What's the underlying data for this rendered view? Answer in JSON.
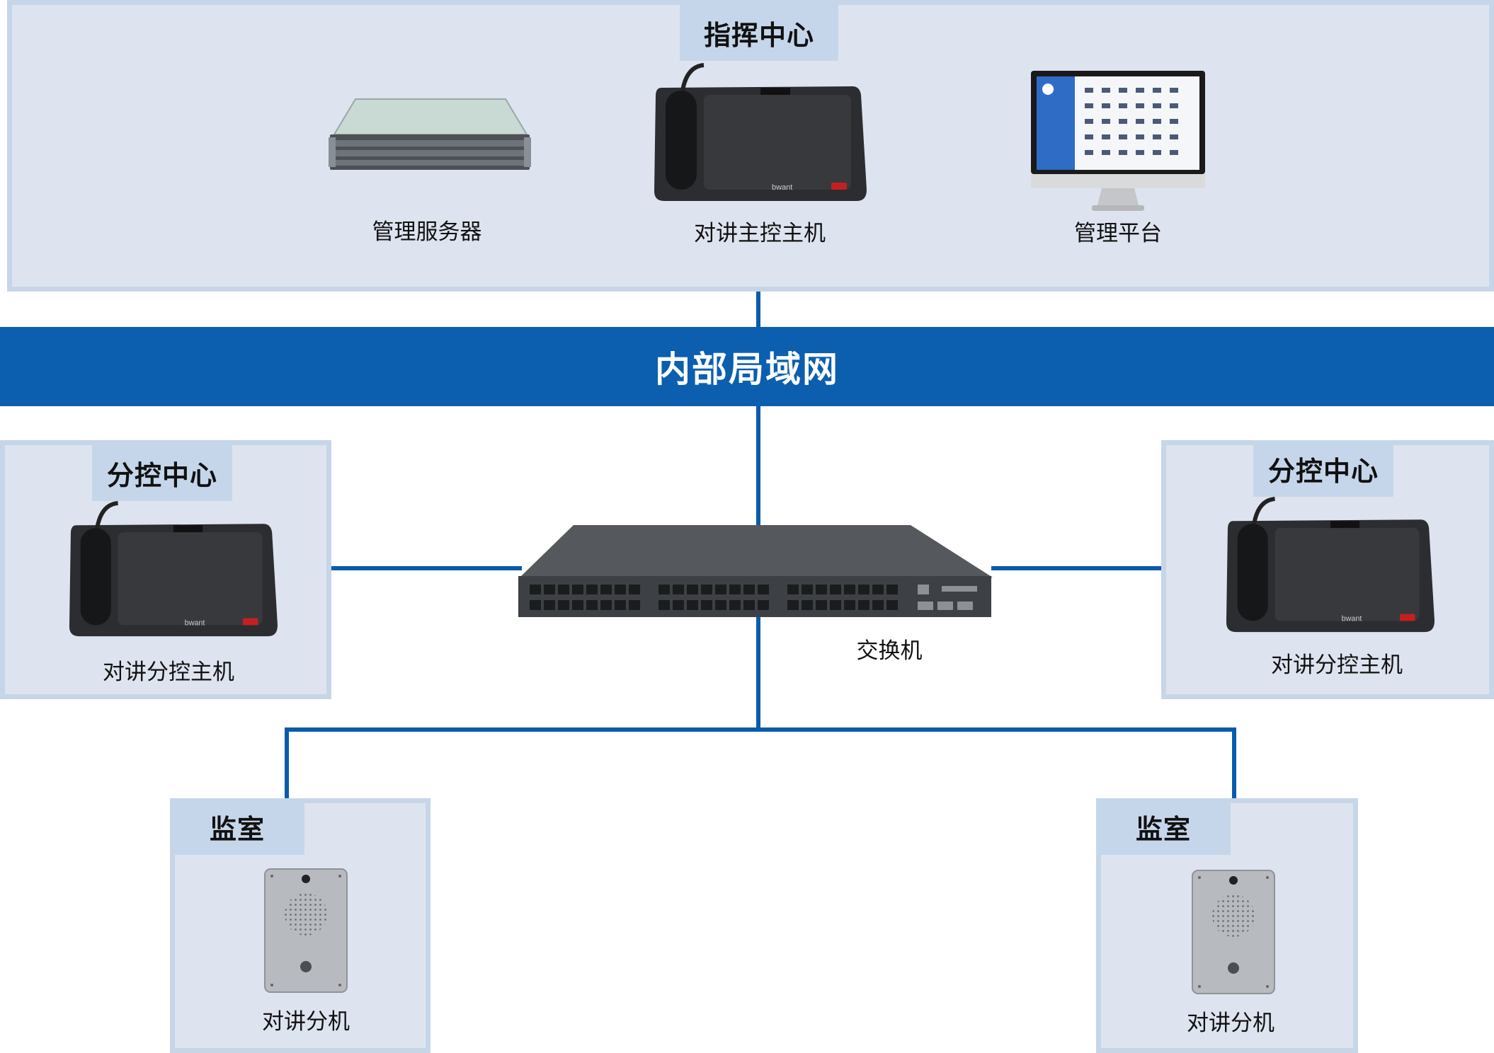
{
  "diagram": {
    "network_label": "内部局域网",
    "command_center": {
      "title": "指挥中心",
      "devices": [
        {
          "label": "管理服务器",
          "icon": "server-icon"
        },
        {
          "label": "对讲主控主机",
          "icon": "intercom-console-icon"
        },
        {
          "label": "管理平台",
          "icon": "monitor-icon"
        }
      ]
    },
    "switch": {
      "label": "交换机",
      "icon": "network-switch-icon"
    },
    "sub_centers": [
      {
        "title": "分控中心",
        "device_label": "对讲分控主机",
        "icon": "intercom-console-icon"
      },
      {
        "title": "分控中心",
        "device_label": "对讲分控主机",
        "icon": "intercom-console-icon"
      }
    ],
    "cells": [
      {
        "title": "监室",
        "device_label": "对讲分机",
        "icon": "intercom-panel-icon"
      },
      {
        "title": "监室",
        "device_label": "对讲分机",
        "icon": "intercom-panel-icon"
      }
    ],
    "colors": {
      "banner": "#0c5fae",
      "line": "#0a5bab",
      "panel_fill": "#dde4ef",
      "panel_border": "#c7d5e8",
      "tag_fill": "#c6d6ea"
    }
  }
}
